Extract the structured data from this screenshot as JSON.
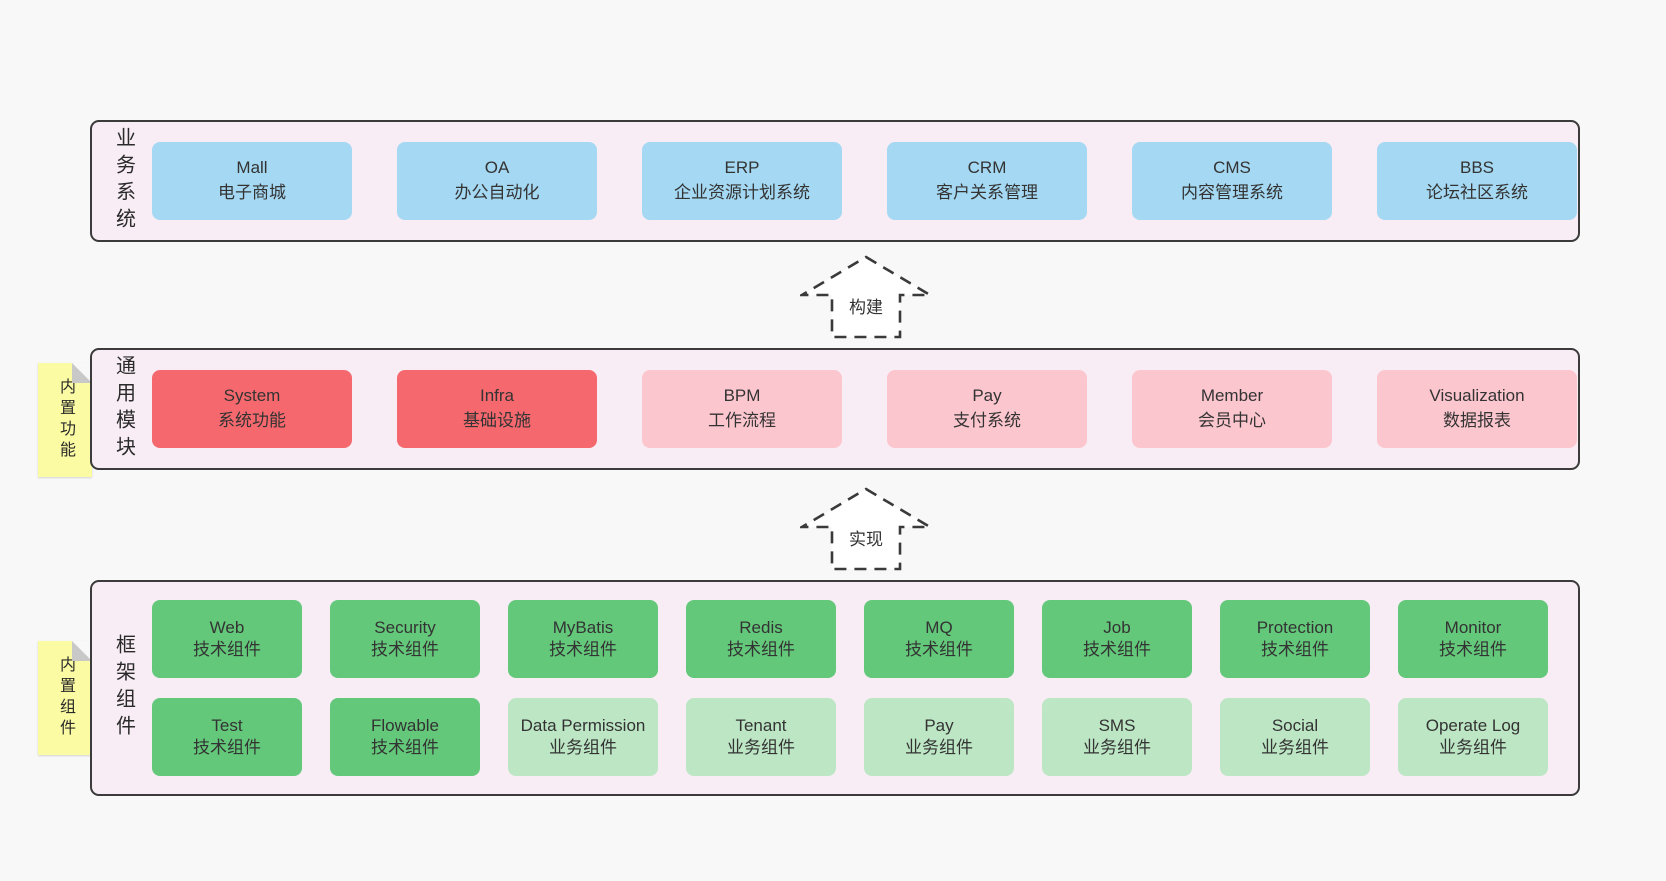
{
  "diagram": {
    "background": "#f8f8f8",
    "container_fill": "#f8edf5",
    "container_border": "#3b3b3b",
    "sticky_fill": "#fafba3",
    "sticky_fold": "#c8c8c8",
    "text_color": "#333333",
    "box_colors": {
      "blue": "#a5d8f2",
      "red": "#f5696e",
      "pink": "#fcc6ce",
      "green": "#63c87a",
      "light_green": "#bde6c5"
    }
  },
  "arrows": [
    {
      "label": "构建"
    },
    {
      "label": "实现"
    }
  ],
  "layers": [
    {
      "label": "业务系统",
      "boxes": [
        {
          "title": "Mall",
          "subtitle": "电子商城",
          "type": "blue"
        },
        {
          "title": "OA",
          "subtitle": "办公自动化",
          "type": "blue"
        },
        {
          "title": "ERP",
          "subtitle": "企业资源计划系统",
          "type": "blue"
        },
        {
          "title": "CRM",
          "subtitle": "客户关系管理",
          "type": "blue"
        },
        {
          "title": "CMS",
          "subtitle": "内容管理系统",
          "type": "blue"
        },
        {
          "title": "BBS",
          "subtitle": "论坛社区系统",
          "type": "blue"
        }
      ]
    },
    {
      "label": "通用模块",
      "sticky": "内置功能",
      "boxes": [
        {
          "title": "System",
          "subtitle": "系统功能",
          "type": "red"
        },
        {
          "title": "Infra",
          "subtitle": "基础设施",
          "type": "red"
        },
        {
          "title": "BPM",
          "subtitle": "工作流程",
          "type": "pink"
        },
        {
          "title": "Pay",
          "subtitle": "支付系统",
          "type": "pink"
        },
        {
          "title": "Member",
          "subtitle": "会员中心",
          "type": "pink"
        },
        {
          "title": "Visualization",
          "subtitle": "数据报表",
          "type": "pink"
        }
      ]
    },
    {
      "label": "框架组件",
      "sticky": "内置组件",
      "rows": [
        [
          {
            "title": "Web",
            "subtitle": "技术组件",
            "type": "green"
          },
          {
            "title": "Security",
            "subtitle": "技术组件",
            "type": "green"
          },
          {
            "title": "MyBatis",
            "subtitle": "技术组件",
            "type": "green"
          },
          {
            "title": "Redis",
            "subtitle": "技术组件",
            "type": "green"
          },
          {
            "title": "MQ",
            "subtitle": "技术组件",
            "type": "green"
          },
          {
            "title": "Job",
            "subtitle": "技术组件",
            "type": "green"
          },
          {
            "title": "Protection",
            "subtitle": "技术组件",
            "type": "green"
          },
          {
            "title": "Monitor",
            "subtitle": "技术组件",
            "type": "green"
          }
        ],
        [
          {
            "title": "Test",
            "subtitle": "技术组件",
            "type": "green"
          },
          {
            "title": "Flowable",
            "subtitle": "技术组件",
            "type": "green"
          },
          {
            "title": "Data Permission",
            "subtitle": "业务组件",
            "type": "light_green"
          },
          {
            "title": "Tenant",
            "subtitle": "业务组件",
            "type": "light_green"
          },
          {
            "title": "Pay",
            "subtitle": "业务组件",
            "type": "light_green"
          },
          {
            "title": "SMS",
            "subtitle": "业务组件",
            "type": "light_green"
          },
          {
            "title": "Social",
            "subtitle": "业务组件",
            "type": "light_green"
          },
          {
            "title": "Operate Log",
            "subtitle": "业务组件",
            "type": "light_green"
          }
        ]
      ]
    }
  ]
}
